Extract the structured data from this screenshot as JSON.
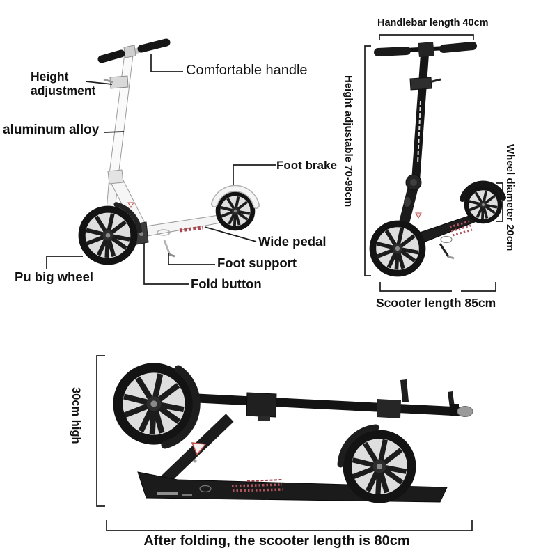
{
  "left_scooter": {
    "description_labels": {
      "height_adjustment": "Height adjustment",
      "aluminum_alloy": "aluminum alloy",
      "comfortable_handle": "Comfortable handle",
      "foot_brake": "Foot brake",
      "wide_pedal": "Wide pedal",
      "foot_support": "Foot support",
      "fold_button": "Fold button",
      "pu_big_wheel": "Pu big wheel"
    }
  },
  "right_scooter": {
    "dimension_labels": {
      "handlebar_length": "Handlebar length 40cm",
      "height_adjustable": "Height adjustable 70-98cm",
      "wheel_diameter": "Wheel diameter 20cm",
      "scooter_length": "Scooter length 85cm"
    }
  },
  "folded_scooter": {
    "dimension_labels": {
      "folded_height": "30cm high",
      "folded_length": "After folding, the scooter length is 80cm"
    }
  },
  "colors": {
    "background": "#ffffff",
    "label_text": "#111111",
    "leader_line": "#1c1c1c",
    "scooter_black": "#1a1a1a",
    "scooter_white": "#f6f6f6",
    "accent_red": "#b0444c"
  }
}
